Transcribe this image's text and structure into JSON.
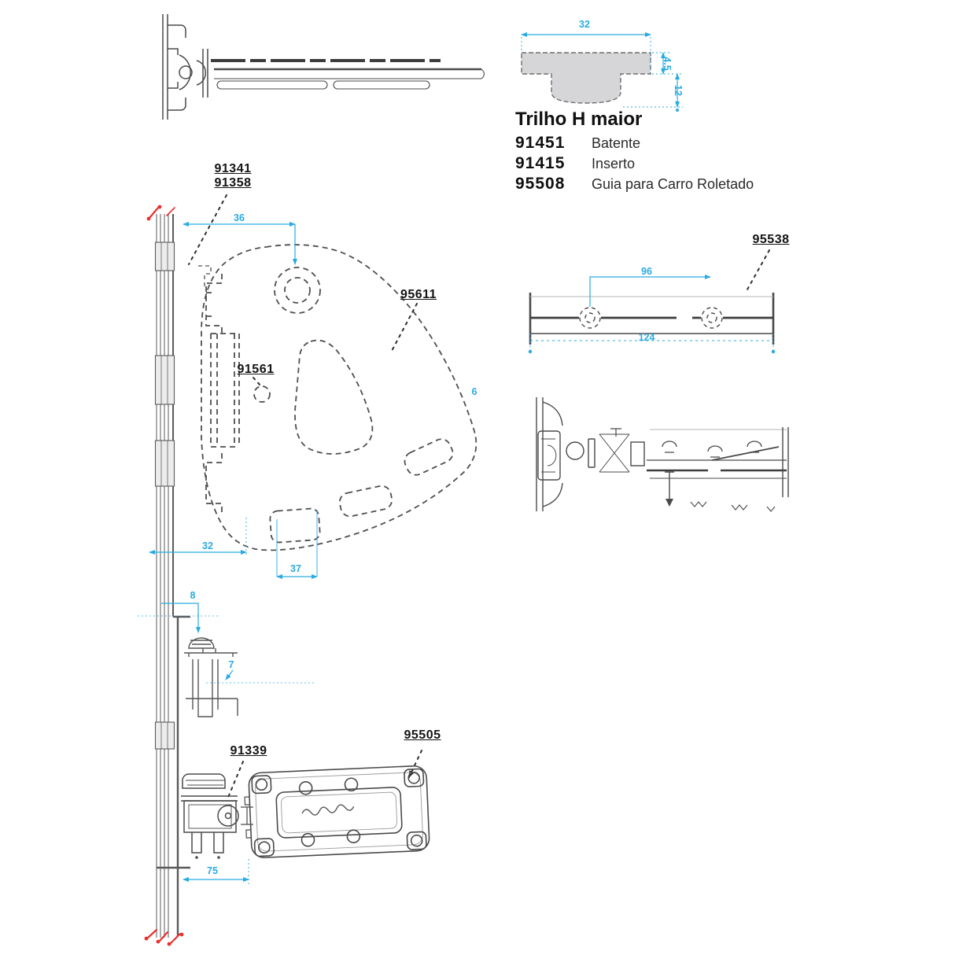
{
  "title_block": {
    "title": "Trilho H maior",
    "items": [
      {
        "code": "91451",
        "desc": "Batente"
      },
      {
        "code": "91415",
        "desc": "Inserto"
      },
      {
        "code": "95508",
        "desc": "Guia para Carro Roletado"
      }
    ]
  },
  "part_labels": {
    "hinge_pair_top": "91341",
    "hinge_pair_bottom": "91358",
    "bracket": "95611",
    "bracket_hole": "91561",
    "rail": "95538",
    "bottom_hinge": "91339",
    "carriage": "95505"
  },
  "dimensions": {
    "profile_width": "32",
    "profile_lip": "4.5",
    "profile_height": "12",
    "bracket_top_offset": "36",
    "bracket_left_offset": "32",
    "bracket_slot_width": "37",
    "bracket_edge": "6",
    "batente_offset": "8",
    "batente_height": "7",
    "bottom_offset": "75",
    "rail_hole_spacing": "96",
    "rail_length": "124"
  },
  "colors": {
    "dimension_blue": "#29abe2",
    "break_red": "#e8312d",
    "ink": "#4a4a4a",
    "section_fill": "#d6d6d8"
  }
}
